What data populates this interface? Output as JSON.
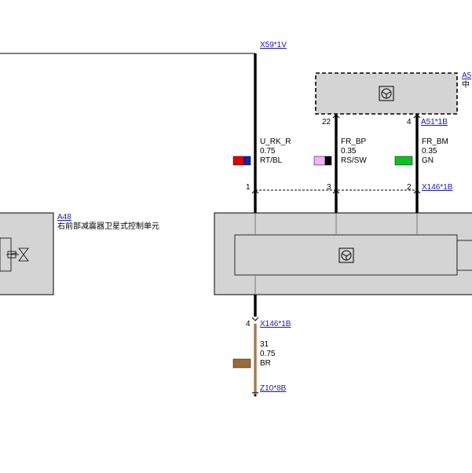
{
  "connectors": {
    "x59": "X59*1V",
    "a51_ref": "A5",
    "a51_desc": "中",
    "a51_pin": "A51*1B",
    "x146_top": "X146*1B",
    "x146_bottom": "X146*1B",
    "z10": "Z10*8B"
  },
  "modules": {
    "a48_ref": "A48",
    "a48_desc": "右前部减震器卫星式控制单元"
  },
  "pins": {
    "a51_pin_22": "22",
    "a51_pin_4": "4",
    "x146_pin_1": "1",
    "x146_pin_3": "3",
    "x146_pin_2": "2",
    "x146_pin_4": "4"
  },
  "wires": [
    {
      "signal": "U_RK_R",
      "gauge": "0.75",
      "color_code": "RT/BL",
      "swatch": [
        "#e00000",
        "#1020c0"
      ]
    },
    {
      "signal": "FR_BP",
      "gauge": "0.35",
      "color_code": "RS/SW",
      "swatch": [
        "#f4b0f0",
        "#000000"
      ]
    },
    {
      "signal": "FR_BM",
      "gauge": "0.35",
      "color_code": "GN",
      "swatch": [
        "#10c020",
        "#10c020"
      ]
    },
    {
      "signal": "31",
      "gauge": "0.75",
      "color_code": "BR",
      "swatch": [
        "#9c6a3a",
        "#9c6a3a"
      ]
    }
  ],
  "colors": {
    "module_fill": "#d4d4d4",
    "brown_wire": "#a8784a",
    "link": "#1a1aa6"
  }
}
